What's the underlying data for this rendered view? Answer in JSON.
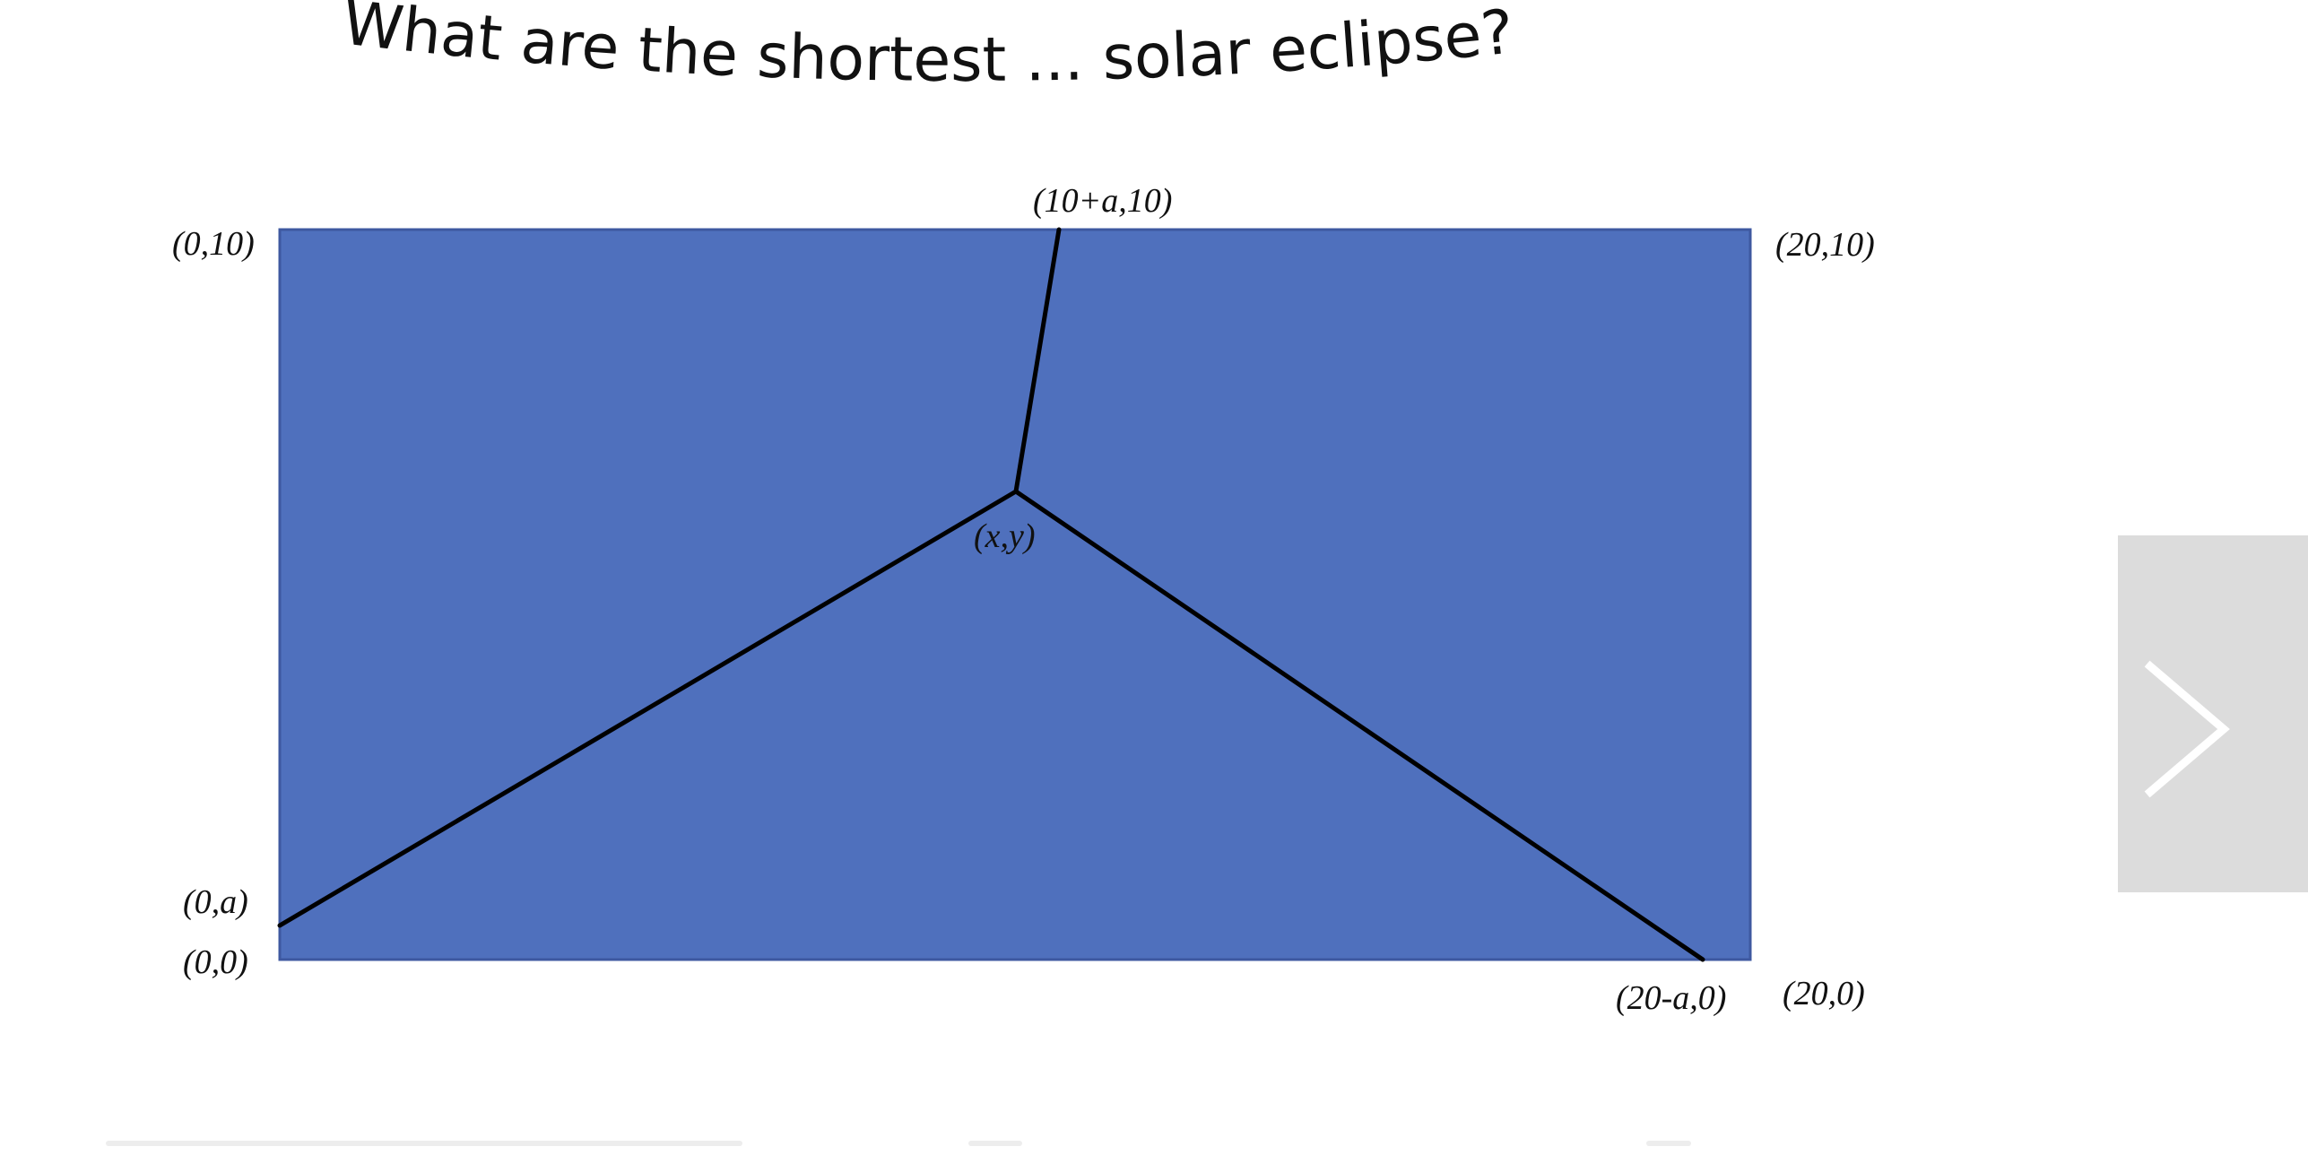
{
  "background_heading": {
    "text": "What are the shortest ... solar eclipse?",
    "visible_text": "What are the sho              lar eclipse?"
  },
  "diagram": {
    "fill_color": "#4f70bd",
    "border_color": "#3e58a0",
    "line_color": "#000000",
    "labels": {
      "top_left": "(0,10)",
      "top_right": "(20,10)",
      "top_junction": "(10+a,10)",
      "center_point": "(x,y)",
      "left_junction": "(0,a)",
      "bottom_left": "(0,0)",
      "bottom_junction": "(20-a,0)",
      "bottom_right": "(20,0)"
    }
  },
  "navigation": {
    "next_icon": "chevron-right-icon",
    "next_button_color": "#dcdcdc"
  }
}
